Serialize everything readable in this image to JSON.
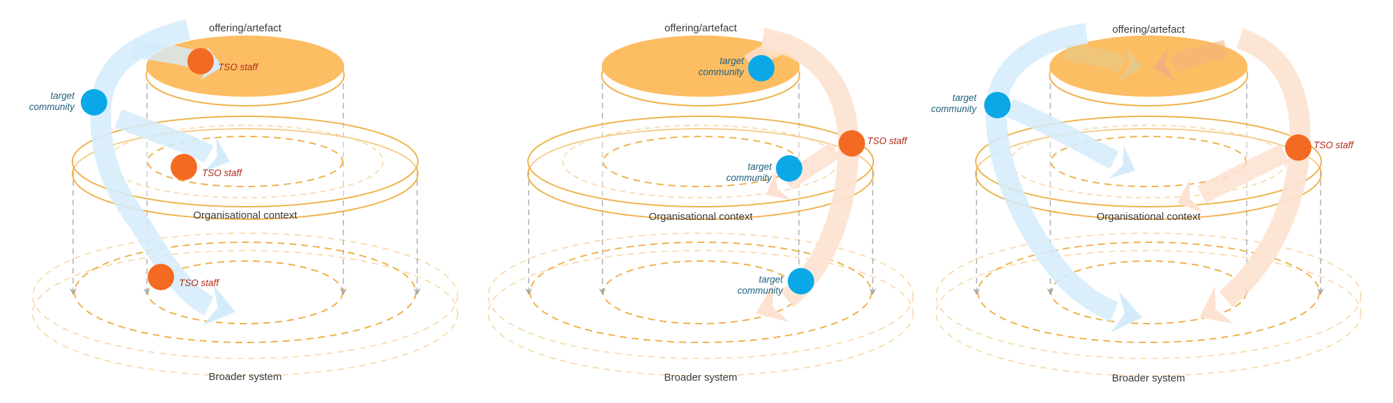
{
  "colors": {
    "offering_fill": "#fdbd63",
    "ring_stroke": "#efb14a",
    "ring_faint": "#f8d6a4",
    "guide_line": "#a9a9a9",
    "community_dot": "#0aa8e6",
    "staff_dot": "#f36b23",
    "community_arrow": "#d4ecfa",
    "staff_arrow": "#fde2d1",
    "community_text": "#1f5f7f",
    "staff_text": "#b02a12",
    "label_text": "#3a3a3a"
  },
  "panels": [
    {
      "offering_label": "offering/artefact",
      "org_label": "Organisational context",
      "broader_label": "Broader system",
      "actors": [
        {
          "kind": "community",
          "label": "target\ncommunity"
        },
        {
          "kind": "staff",
          "label": "TSO staff"
        },
        {
          "kind": "staff",
          "label": "TSO staff"
        },
        {
          "kind": "staff",
          "label": "TSO staff"
        }
      ],
      "arrows": [
        "community-arrow"
      ]
    },
    {
      "offering_label": "offering/artefact",
      "org_label": "Organisational context",
      "broader_label": "Broader system",
      "actors": [
        {
          "kind": "community",
          "label": "target\ncommunity"
        },
        {
          "kind": "staff",
          "label": "TSO staff"
        },
        {
          "kind": "community",
          "label": "target\ncommunity"
        },
        {
          "kind": "community",
          "label": "target\ncommunity"
        }
      ],
      "arrows": [
        "staff-arrow"
      ]
    },
    {
      "offering_label": "offering/artefact",
      "org_label": "Organisational context",
      "broader_label": "Broader system",
      "actors": [
        {
          "kind": "community",
          "label": "target\ncommunity"
        },
        {
          "kind": "staff",
          "label": "TSO staff"
        }
      ],
      "arrows": [
        "community-arrow",
        "staff-arrow"
      ]
    }
  ]
}
